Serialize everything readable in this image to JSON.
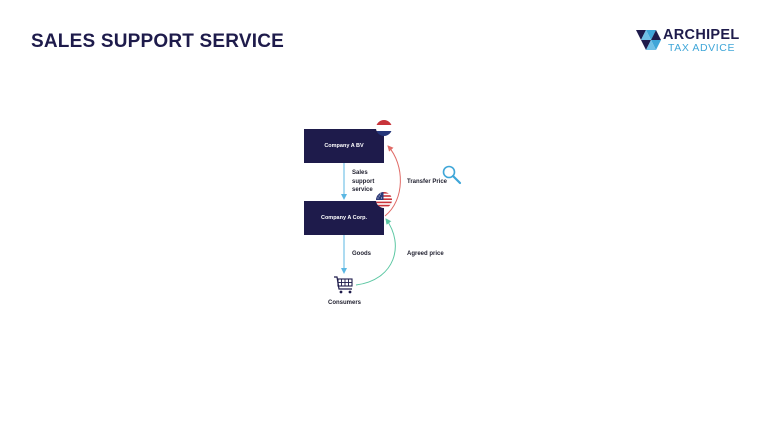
{
  "slide": {
    "title": "SALES SUPPORT SERVICE"
  },
  "logo": {
    "name": "ARCHIPEL",
    "sub": "TAX ADVICE"
  },
  "diagram": {
    "company_a_bv": "Company A BV",
    "company_a_corp": "Company A Corp.",
    "sales_support_lines": [
      "Sales",
      "support",
      "service"
    ],
    "transfer_price": "Transfer Price",
    "goods": "Goods",
    "agreed_price": "Agreed price",
    "consumers": "Consumers"
  },
  "icons": {
    "flag_top": "netherlands-flag-icon",
    "flag_bottom": "usa-flag-icon",
    "search": "magnifier-icon",
    "cart": "shopping-cart-icon",
    "logo": "archipel-triangles-logo"
  },
  "colors": {
    "navy": "#1e1b4b",
    "accent_blue": "#3fa6d8",
    "arrow_blue": "#5bb7e3",
    "arrow_red": "#e06b67",
    "arrow_green": "#5cc7a3"
  }
}
